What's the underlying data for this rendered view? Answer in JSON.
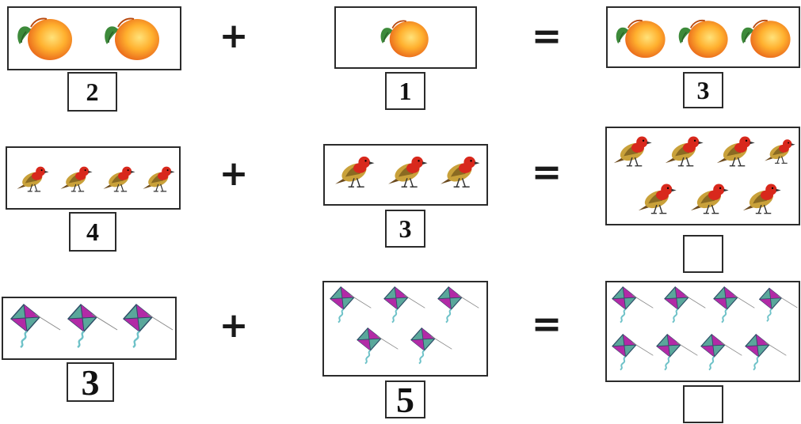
{
  "operators": {
    "plus": "+",
    "equals": "="
  },
  "icons": {
    "mango": "mango-icon",
    "bird": "bird-icon",
    "kite": "kite-icon"
  },
  "rows": [
    {
      "left": {
        "item": "mango",
        "count": 2,
        "number": "2"
      },
      "right": {
        "item": "mango",
        "count": 1,
        "number": "1"
      },
      "result": {
        "item": "mango",
        "count": 3,
        "number": "3"
      }
    },
    {
      "left": {
        "item": "bird",
        "count": 4,
        "number": "4"
      },
      "right": {
        "item": "bird",
        "count": 3,
        "number": "3"
      },
      "result": {
        "item": "bird",
        "count": 7,
        "number": ""
      }
    },
    {
      "left": {
        "item": "kite",
        "count": 3,
        "number": "3"
      },
      "right": {
        "item": "kite",
        "count": 5,
        "number": "5"
      },
      "result": {
        "item": "kite",
        "count": 8,
        "number": ""
      }
    }
  ]
}
